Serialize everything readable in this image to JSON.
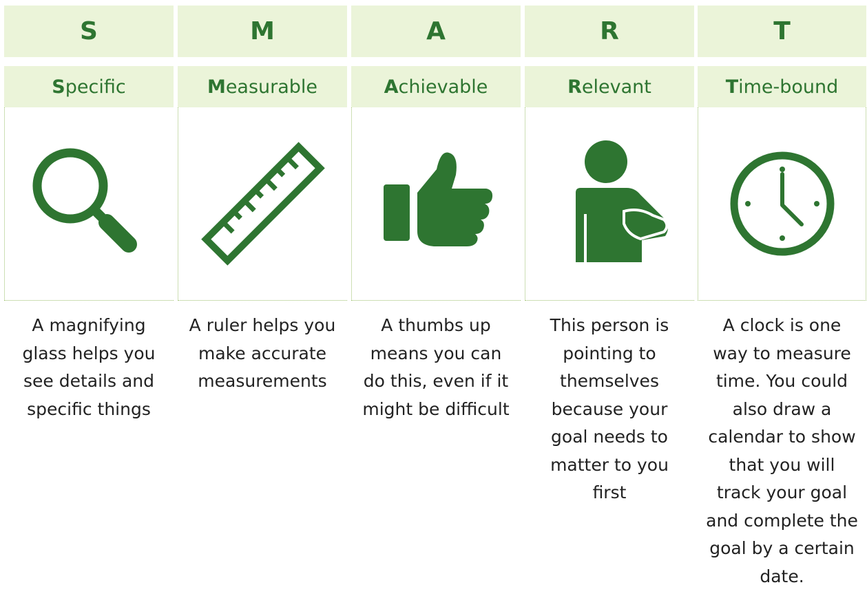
{
  "columns": [
    {
      "letter": "S",
      "initial": "S",
      "rest": "pecific",
      "icon": "magnifying-glass-icon",
      "description": "A magnifying glass helps you see details and specific things"
    },
    {
      "letter": "M",
      "initial": "M",
      "rest": "easurable",
      "icon": "ruler-icon",
      "description": "A ruler helps you make accurate measurements"
    },
    {
      "letter": "A",
      "initial": "A",
      "rest": "chievable",
      "icon": "thumbs-up-icon",
      "description": "A thumbs up means you can do this, even if it might be difficult"
    },
    {
      "letter": "R",
      "initial": "R",
      "rest": "elevant",
      "icon": "person-pointing-icon",
      "description": "This person is pointing to themselves because your goal needs to matter to you first"
    },
    {
      "letter": "T",
      "initial": "T",
      "rest": "ime-bound",
      "icon": "clock-icon",
      "description": "A clock is one way to measure time. You could also draw a calendar to show that you will track your goal and complete the goal by a certain date."
    }
  ],
  "colors": {
    "accent": "#2e7531",
    "header_bg": "#ebf4d9",
    "border": "#9bbf6a"
  }
}
